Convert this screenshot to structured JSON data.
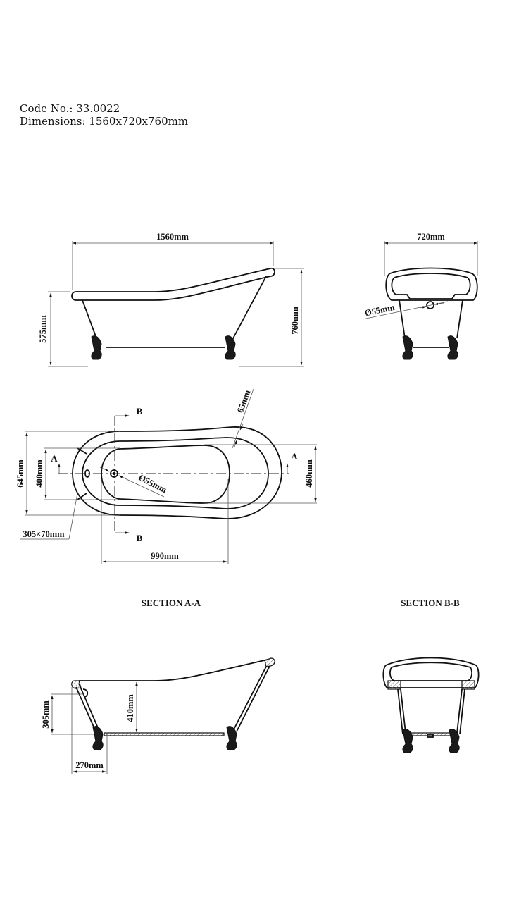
{
  "header": {
    "code_line": "Code No.: 33.0022",
    "dimensions_line": "Dimensions: 1560x720x760mm"
  },
  "side_view": {
    "length": "1560mm",
    "rim_height_low": "575mm",
    "total_height": "760mm"
  },
  "end_view": {
    "width": "720mm",
    "drain_diameter": "Ø55mm"
  },
  "top_view": {
    "section_marker_a_left": "A",
    "section_marker_a_right": "A",
    "section_marker_b_top": "B",
    "section_marker_b_bottom": "B",
    "overall_width": "645mm",
    "inner_width_left": "400mm",
    "inner_width_right": "460mm",
    "rim_thickness": "65mm",
    "drain_diameter": "Ø55mm",
    "overflow_size": "305×70mm",
    "inner_length": "990mm"
  },
  "section_a": {
    "title": "SECTION A-A",
    "overflow_height": "305mm",
    "depth": "410mm",
    "overflow_offset": "270mm"
  },
  "section_b": {
    "title": "SECTION B-B"
  }
}
